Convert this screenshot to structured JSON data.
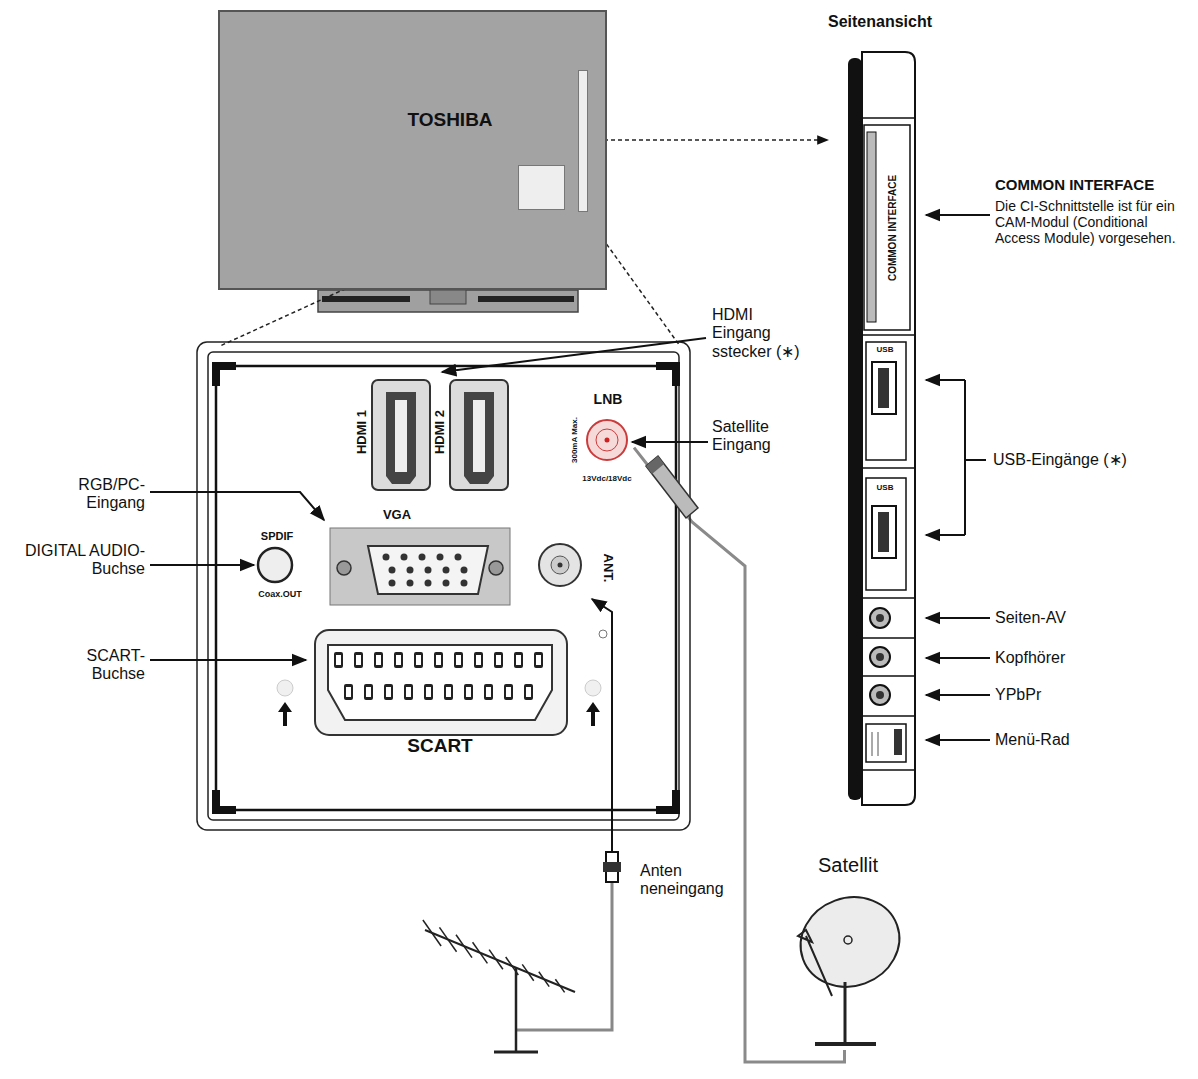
{
  "diagram": {
    "nodes": [
      {
        "text": [
          "TOSHIBA"
        ]
      },
      {
        "text": [
          "Satellit"
        ]
      },
      {
        "text": [
          "LNB"
        ]
      }
    ],
    "edges": [
      {
        "from": 1,
        "to": 2,
        "arrow": "none"
      }
    ],
    "labels": [
      "Seitenansicht",
      "COMMON INTERFACE",
      "COMMON INTERFACE",
      "Die CI-Schnittstelle ist für ein CAM-Modul (Conditional Access Module) vorgesehen.",
      "USB",
      "USB",
      "USB-Eingänge (∗)",
      "Seiten-AV",
      "Kopfhörer",
      "YPbPr",
      "Menü-Rad",
      "HDMI Eingang sstecker (∗)",
      "HDMI 1",
      "HDMI 2",
      "300mA Max.",
      "13Vdc/18Vdc",
      "Satellite Eingang",
      "RGB/PC-Eingang",
      "VGA",
      "DIGITAL AUDIO-Buchse",
      "SPDIF",
      "Coax.OUT",
      "ANT.",
      "SCART-Buchse",
      "SCART",
      "Anten neneingang"
    ]
  }
}
